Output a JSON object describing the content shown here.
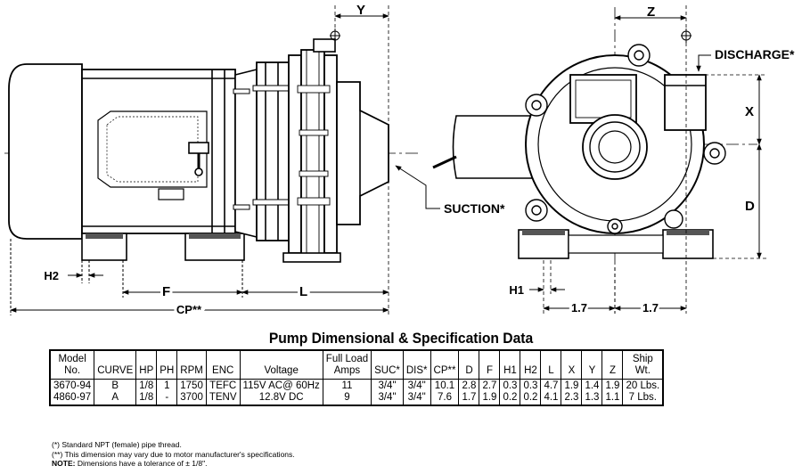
{
  "drawing": {
    "labels": {
      "y": "Y",
      "z": "Z",
      "x": "X",
      "d": "D",
      "f": "F",
      "l": "L",
      "cp": "CP**",
      "h1": "H1",
      "h2": "H2",
      "dim_left": "1.7",
      "dim_right": "1.7",
      "suction": "SUCTION*",
      "discharge": "DISCHARGE*"
    }
  },
  "table": {
    "title": "Pump Dimensional & Specification Data",
    "headers": [
      [
        "Model",
        "No."
      ],
      [
        "CURVE"
      ],
      [
        "HP"
      ],
      [
        "PH"
      ],
      [
        "RPM"
      ],
      [
        "ENC"
      ],
      [
        "Voltage"
      ],
      [
        "Full Load",
        "Amps"
      ],
      [
        "SUC*"
      ],
      [
        "DIS*"
      ],
      [
        "CP**"
      ],
      [
        "D"
      ],
      [
        "F"
      ],
      [
        "H1"
      ],
      [
        "H2"
      ],
      [
        "L"
      ],
      [
        "X"
      ],
      [
        "Y"
      ],
      [
        "Z"
      ],
      [
        "Ship",
        "Wt."
      ]
    ],
    "rows": [
      [
        [
          "3670-94",
          "4860-97"
        ],
        [
          "B",
          "A"
        ],
        [
          "1/8",
          "1/8"
        ],
        [
          "1",
          "-"
        ],
        [
          "1750",
          "3700"
        ],
        [
          "TEFC",
          "TENV"
        ],
        [
          "115V AC@ 60Hz",
          "12.8V DC"
        ],
        [
          "11",
          "9"
        ],
        [
          "3/4\"",
          "3/4\""
        ],
        [
          "3/4\"",
          "3/4\""
        ],
        [
          "10.1",
          "7.6"
        ],
        [
          "2.8",
          "1.7"
        ],
        [
          "2.7",
          "1.9"
        ],
        [
          "0.3",
          "0.2"
        ],
        [
          "0.3",
          "0.2"
        ],
        [
          "4.7",
          "4.1"
        ],
        [
          "1.9",
          "2.3"
        ],
        [
          "1.4",
          "1.3"
        ],
        [
          "1.9",
          "1.1"
        ],
        [
          "20 Lbs.",
          "7 Lbs."
        ]
      ]
    ]
  },
  "notes": {
    "line1": "(*) Standard NPT (female) pipe thread.",
    "line2": "(**) This dimension may vary due to motor manufacturer's specifications.",
    "line3_label": "NOTE:",
    "line3_text": " Dimensions have a tolerance of ± 1/8\"."
  }
}
